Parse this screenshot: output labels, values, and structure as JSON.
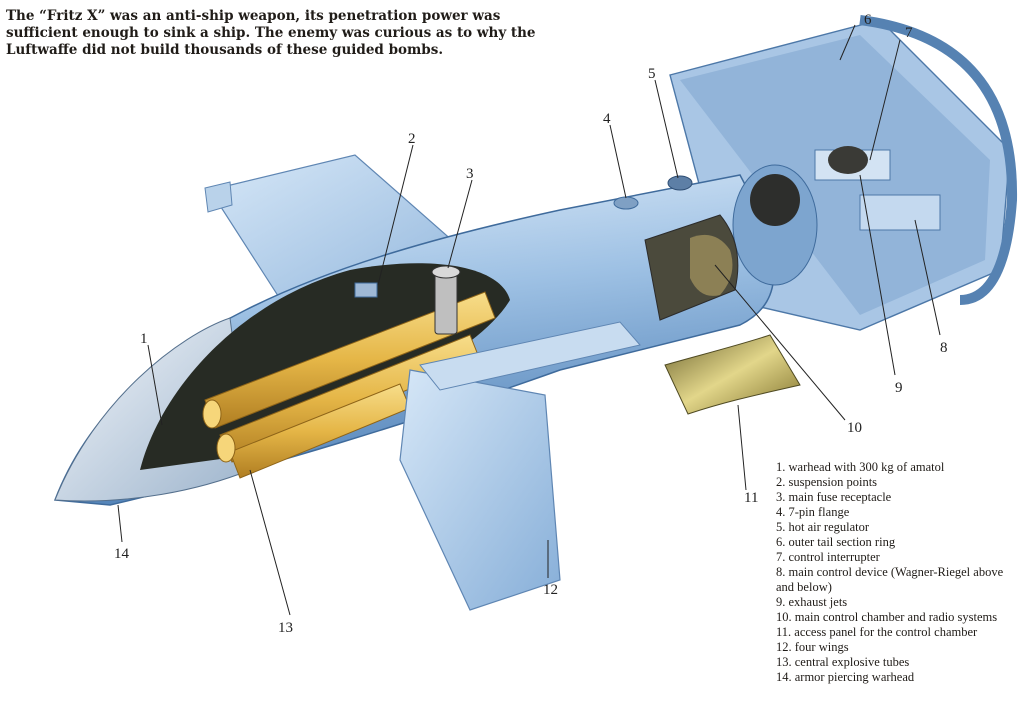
{
  "caption": {
    "title_quote": "The “Fritz X”",
    "text": " was an anti-ship weapon, its penetration power was sufficient enough to sink a ship. The enemy was curious as to why the Luftwaffe did not build thousands of these guided bombs."
  },
  "callouts": [
    "1",
    "2",
    "3",
    "4",
    "5",
    "6",
    "7",
    "8",
    "9",
    "10",
    "11",
    "12",
    "13",
    "14"
  ],
  "legend": [
    "1. warhead with 300 kg of amatol",
    "2. suspension points",
    "3. main fuse receptacle",
    "4. 7-pin flange",
    "5. hot air regulator",
    "6. outer tail section ring",
    "7. control interrupter",
    "8. main control device (Wagner-Riegel above and below)",
    "9. exhaust jets",
    "10. main control chamber and radio systems",
    "11. access panel for the control chamber",
    "12. four wings",
    "13. central explosive tubes",
    "14. armor piercing warhead"
  ],
  "colors": {
    "body_light": "#cfe3f6",
    "body_mid": "#8fb6de",
    "body_dark": "#4e7fb4",
    "explosive": "#e8b84a",
    "cavity": "#2a2e26",
    "panel": "#c9b25a"
  }
}
